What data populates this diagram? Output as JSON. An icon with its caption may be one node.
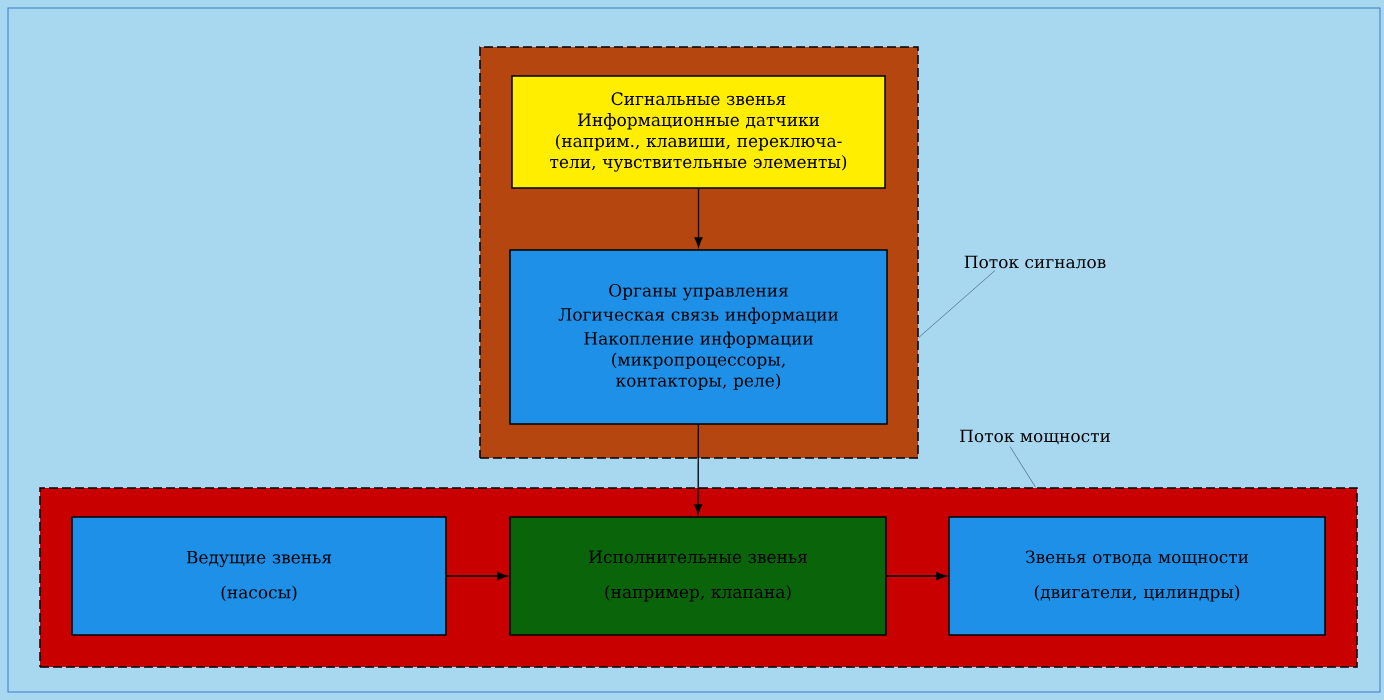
{
  "diagram": {
    "nodes": [
      {
        "text": [],
        "shape": "box"
      },
      {
        "text": [
          "Сигнальные звенья",
          "Информационные датчики (наприм., клавиши, переключа- тели, чувствительные элементы)"
        ],
        "in": 0
      },
      {
        "text": [
          "Органы управления",
          "Логическая связь информации",
          "Накопление информации (микропроцессоры, контакторы, реле)"
        ],
        "in": 0
      },
      {
        "text": [
          "Поток сигналов"
        ]
      },
      {
        "text": [],
        "shape": "box"
      },
      {
        "text": [
          "Поток мощности"
        ]
      },
      {
        "text": [
          "Ведущие звенья",
          "(насосы)"
        ],
        "in": 4
      },
      {
        "text": [
          "Исполнительные звенья",
          "(например, клапана)"
        ],
        "in": 4
      },
      {
        "text": [
          "Звенья отвода мощности",
          "(двигатели, цилиндры)"
        ],
        "in": 4
      }
    ],
    "edges": [
      {
        "from": 1,
        "to": 2,
        "arrow": "to"
      },
      {
        "from": 2,
        "to": 7,
        "arrow": "to"
      },
      {
        "from": 6,
        "to": 7,
        "arrow": "to"
      },
      {
        "from": 7,
        "to": 8,
        "arrow": "to"
      },
      {
        "from": 3,
        "to": 0,
        "arrow": "none",
        "color": "#506e8c"
      },
      {
        "from": 5,
        "to": 4,
        "arrow": "none",
        "color": "#506e8c"
      }
    ]
  }
}
